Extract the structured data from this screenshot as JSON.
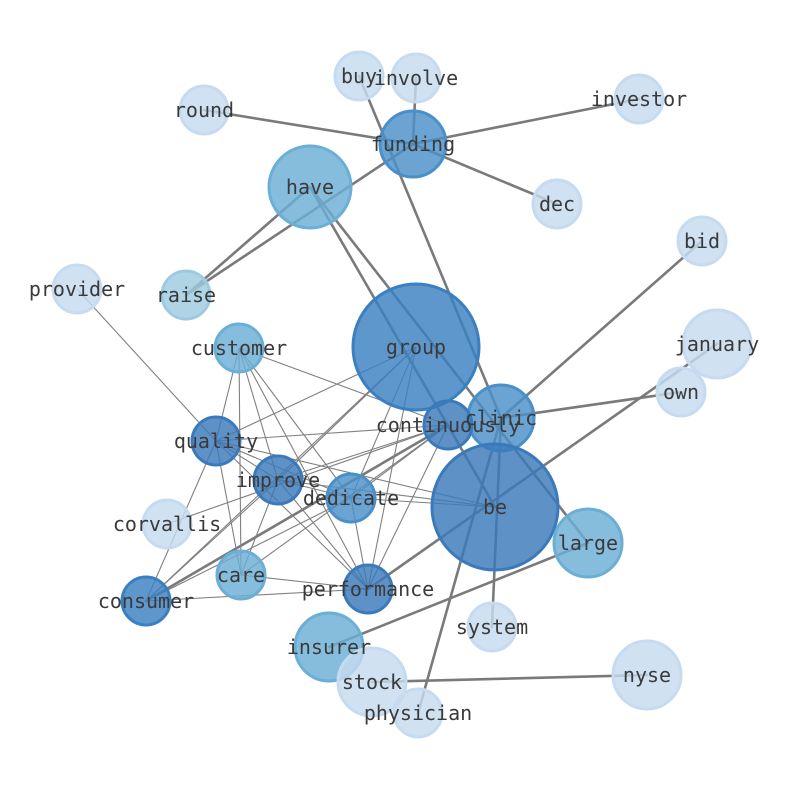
{
  "graph": {
    "nodes": [
      {
        "id": "buy",
        "label": "buy",
        "color": "#c6dbef"
      },
      {
        "id": "involve",
        "label": "involve",
        "color": "#c6dbef"
      },
      {
        "id": "investor",
        "label": "investor",
        "color": "#c6dbef"
      },
      {
        "id": "round",
        "label": "round",
        "color": "#c6dbef"
      },
      {
        "id": "funding",
        "label": "funding",
        "color": "#4a90c8"
      },
      {
        "id": "have",
        "label": "have",
        "color": "#6baed6"
      },
      {
        "id": "dec",
        "label": "dec",
        "color": "#c6dbef"
      },
      {
        "id": "bid",
        "label": "bid",
        "color": "#c6dbef"
      },
      {
        "id": "provider",
        "label": "provider",
        "color": "#c6dbef"
      },
      {
        "id": "raise",
        "label": "raise",
        "color": "#9ecae1"
      },
      {
        "id": "january",
        "label": "january",
        "color": "#c6dbef"
      },
      {
        "id": "customer",
        "label": "customer",
        "color": "#6baed6"
      },
      {
        "id": "group",
        "label": "group",
        "color": "#3a80c0"
      },
      {
        "id": "own",
        "label": "own",
        "color": "#c6dbef"
      },
      {
        "id": "clinic",
        "label": "clinic",
        "color": "#4a90c8"
      },
      {
        "id": "continuously",
        "label": "continuously",
        "color": "#3a7abb"
      },
      {
        "id": "quality",
        "label": "quality",
        "color": "#3a7abb"
      },
      {
        "id": "improve",
        "label": "improve",
        "color": "#3a7abb"
      },
      {
        "id": "be",
        "label": "be",
        "color": "#3a7abb"
      },
      {
        "id": "dedicate",
        "label": "dedicate",
        "color": "#4a90c8"
      },
      {
        "id": "corvallis",
        "label": "corvallis",
        "color": "#c6dbef"
      },
      {
        "id": "large",
        "label": "large",
        "color": "#6baed6"
      },
      {
        "id": "care",
        "label": "care",
        "color": "#6baed6"
      },
      {
        "id": "consumer",
        "label": "consumer",
        "color": "#3a80c0"
      },
      {
        "id": "performance",
        "label": "performance",
        "color": "#3a7abb"
      },
      {
        "id": "system",
        "label": "system",
        "color": "#c6dbef"
      },
      {
        "id": "insurer",
        "label": "insurer",
        "color": "#6baed6"
      },
      {
        "id": "nyse",
        "label": "nyse",
        "color": "#c6dbef"
      },
      {
        "id": "stock",
        "label": "stock",
        "color": "#c6dbef"
      },
      {
        "id": "physician",
        "label": "physician",
        "color": "#c6dbef"
      }
    ],
    "edges": [
      {
        "source": "round",
        "target": "funding",
        "weight": "heavy"
      },
      {
        "source": "involve",
        "target": "funding",
        "weight": "heavy"
      },
      {
        "source": "investor",
        "target": "funding",
        "weight": "heavy"
      },
      {
        "source": "funding",
        "target": "dec",
        "weight": "heavy"
      },
      {
        "source": "funding",
        "target": "raise",
        "weight": "heavy"
      },
      {
        "source": "have",
        "target": "raise",
        "weight": "heavy"
      },
      {
        "source": "buy",
        "target": "clinic",
        "weight": "heavy"
      },
      {
        "source": "have",
        "target": "be",
        "weight": "heavy"
      },
      {
        "source": "have",
        "target": "large",
        "weight": "heavy"
      },
      {
        "source": "bid",
        "target": "clinic",
        "weight": "heavy"
      },
      {
        "source": "own",
        "target": "clinic",
        "weight": "heavy"
      },
      {
        "source": "january",
        "target": "performance",
        "weight": "heavy"
      },
      {
        "source": "clinic",
        "target": "system",
        "weight": "heavy"
      },
      {
        "source": "clinic",
        "target": "physician",
        "weight": "heavy"
      },
      {
        "source": "large",
        "target": "insurer",
        "weight": "heavy"
      },
      {
        "source": "stock",
        "target": "nyse",
        "weight": "heavy"
      },
      {
        "source": "continuously",
        "target": "consumer",
        "weight": "heavy"
      },
      {
        "source": "provider",
        "target": "quality",
        "weight": "light"
      },
      {
        "source": "customer",
        "target": "quality",
        "weight": "light"
      },
      {
        "source": "customer",
        "target": "improve",
        "weight": "light"
      },
      {
        "source": "customer",
        "target": "dedicate",
        "weight": "light"
      },
      {
        "source": "customer",
        "target": "care",
        "weight": "light"
      },
      {
        "source": "customer",
        "target": "performance",
        "weight": "light"
      },
      {
        "source": "customer",
        "target": "continuously",
        "weight": "light"
      },
      {
        "source": "group",
        "target": "quality",
        "weight": "light"
      },
      {
        "source": "group",
        "target": "improve",
        "weight": "light"
      },
      {
        "source": "group",
        "target": "dedicate",
        "weight": "light"
      },
      {
        "source": "group",
        "target": "performance",
        "weight": "light"
      },
      {
        "source": "group",
        "target": "consumer",
        "weight": "light"
      },
      {
        "source": "quality",
        "target": "continuously",
        "weight": "light"
      },
      {
        "source": "quality",
        "target": "improve",
        "weight": "light"
      },
      {
        "source": "quality",
        "target": "dedicate",
        "weight": "light"
      },
      {
        "source": "quality",
        "target": "be",
        "weight": "light"
      },
      {
        "source": "quality",
        "target": "care",
        "weight": "light"
      },
      {
        "source": "quality",
        "target": "performance",
        "weight": "light"
      },
      {
        "source": "quality",
        "target": "consumer",
        "weight": "light"
      },
      {
        "source": "improve",
        "target": "continuously",
        "weight": "light"
      },
      {
        "source": "improve",
        "target": "dedicate",
        "weight": "light"
      },
      {
        "source": "improve",
        "target": "be",
        "weight": "light"
      },
      {
        "source": "improve",
        "target": "care",
        "weight": "light"
      },
      {
        "source": "improve",
        "target": "performance",
        "weight": "light"
      },
      {
        "source": "improve",
        "target": "consumer",
        "weight": "light"
      },
      {
        "source": "continuously",
        "target": "dedicate",
        "weight": "light"
      },
      {
        "source": "continuously",
        "target": "care",
        "weight": "light"
      },
      {
        "source": "continuously",
        "target": "performance",
        "weight": "light"
      },
      {
        "source": "dedicate",
        "target": "be",
        "weight": "light"
      },
      {
        "source": "dedicate",
        "target": "performance",
        "weight": "light"
      },
      {
        "source": "dedicate",
        "target": "consumer",
        "weight": "light"
      },
      {
        "source": "care",
        "target": "performance",
        "weight": "light"
      },
      {
        "source": "consumer",
        "target": "performance",
        "weight": "light"
      },
      {
        "source": "corvallis",
        "target": "continuously",
        "weight": "light"
      },
      {
        "source": "improve",
        "target": "group",
        "weight": "light"
      }
    ]
  }
}
